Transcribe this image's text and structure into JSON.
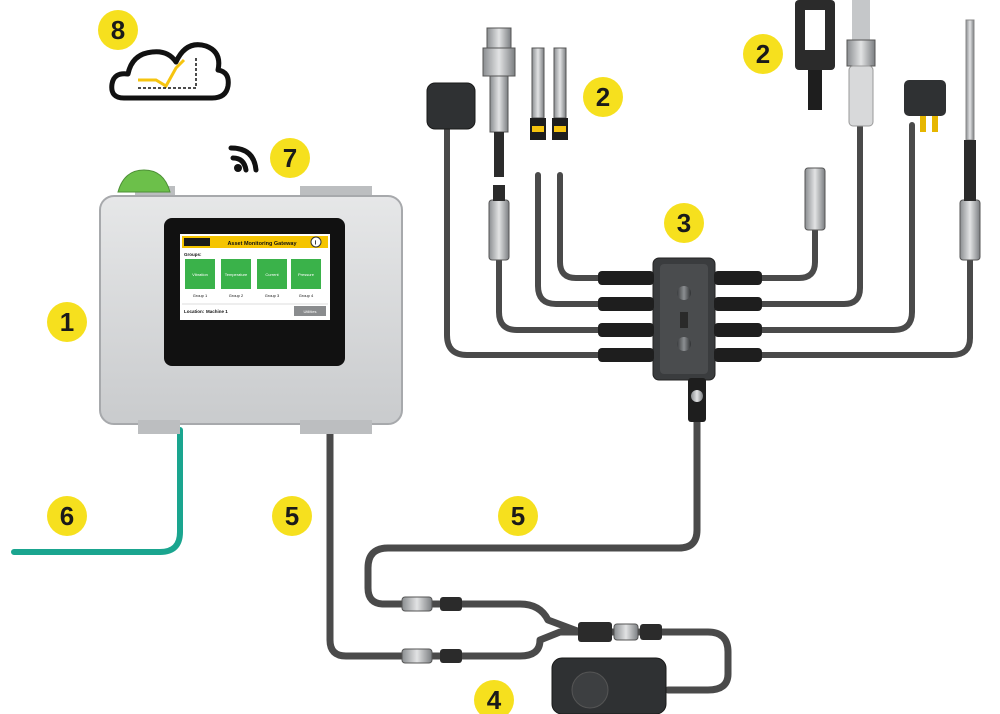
{
  "badges": [
    {
      "id": "gateway",
      "number": "1"
    },
    {
      "id": "sensors-left",
      "number": "2"
    },
    {
      "id": "sensors-right",
      "number": "2"
    },
    {
      "id": "wireless-node",
      "number": "3"
    },
    {
      "id": "power-supply",
      "number": "4"
    },
    {
      "id": "cable-left",
      "number": "5"
    },
    {
      "id": "cable-right",
      "number": "5"
    },
    {
      "id": "ethernet",
      "number": "6"
    },
    {
      "id": "wireless-signal",
      "number": "7"
    },
    {
      "id": "cloud",
      "number": "8"
    }
  ],
  "screen": {
    "title": "Asset Monitoring Gateway",
    "groups_heading": "Groups:",
    "tiles": [
      {
        "label": "Vibration",
        "group": "Group 1"
      },
      {
        "label": "Temperature",
        "group": "Group 2"
      },
      {
        "label": "Current",
        "group": "Group 3"
      },
      {
        "label": "Pressure",
        "group": "Group 4"
      }
    ],
    "location_label": "Location:",
    "location_value": "Machine 1",
    "button_label": "Utilities",
    "info_glyph": "i"
  },
  "colors": {
    "badge": "#f6e01e",
    "cable": "#4a4a4a",
    "ethernet_cable": "#1aa58f",
    "enclosure": "#d9dadb",
    "tile": "#3ab24a",
    "screen_header": "#f5c400",
    "status_led": "#6cc04a"
  },
  "icons": [
    "cloud-analytics-icon",
    "wifi-signal-icon",
    "info-icon"
  ]
}
